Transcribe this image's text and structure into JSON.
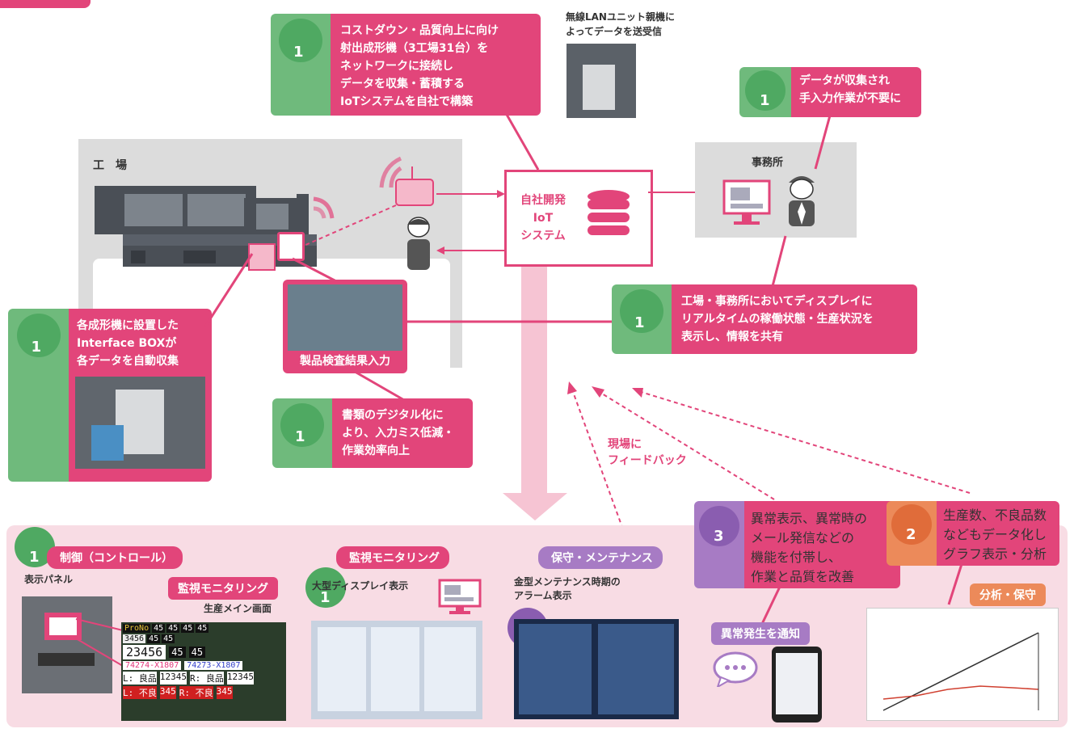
{
  "colors": {
    "pink": "#e2457a",
    "green": "#6fba7c",
    "purple": "#a77bc4",
    "orange": "#ec8a5a",
    "gray": "#dcdcdc",
    "lightpink": "#f8dce4"
  },
  "top_callout": {
    "text": "コストダウン・品質向上に向け\n射出成形機（3工場31台）を\nネットワークに接続し\nデータを収集・蓄積する\nIoTシステムを自社で構築",
    "level": "1"
  },
  "wireless": {
    "caption": "無線LANユニット親機に\nよってデータを送受信"
  },
  "office_callout": {
    "text": "データが収集され\n手入力作業が不要に",
    "level": "1"
  },
  "factory": {
    "label": "工　場"
  },
  "office": {
    "label": "事務所"
  },
  "system": {
    "label": "自社開発\nIoT\nシステム"
  },
  "share_callout": {
    "text": "工場・事務所においてディスプレイに\nリアルタイムの稼働状態・生産状況を\n表示し、情報を共有",
    "level": "1"
  },
  "interface_callout": {
    "text": "各成形機に設置した\nInterface BOXが\n各データを自動収集",
    "level": "1"
  },
  "inspection": {
    "caption": "製品検査結果入力"
  },
  "digital_callout": {
    "text": "書類のデジタル化に\nより、入力ミス低減・\n作業効率向上",
    "level": "1"
  },
  "feedback": {
    "text": "現場に\nフィードバック"
  },
  "abnormal_callout": {
    "text": "異常表示、異常時の\nメール発信などの\n機能を付帯し、\n作業と品質を改善",
    "level": "3"
  },
  "production_callout": {
    "text": "生産数、不良品数\nなどもデータ化し\nグラフ表示・分析",
    "level": "2"
  },
  "bottom": {
    "control": {
      "title": "制御（コントロール）",
      "sub": "表示パネル",
      "level": "1"
    },
    "monitor_main": {
      "title": "監視モニタリング",
      "sub": "生産メイン画面",
      "rows": [
        [
          "ProNo",
          "45",
          "45",
          "45",
          "45"
        ],
        [
          "3456",
          "",
          "45",
          "",
          "45"
        ]
      ],
      "big": "23456",
      "c1": "45",
      "c2": "45",
      "mold_left": "74274-X1807",
      "mold_right": "74273-X1807",
      "good_left_label": "L: 良品",
      "good_left": "12345",
      "good_right_label": "R: 良品",
      "good_right": "12345",
      "bad_left_label": "L: 不良",
      "bad_left": "345",
      "bad_right_label": "R: 不良",
      "bad_right": "345"
    },
    "monitor_large": {
      "title": "監視モニタリング",
      "sub": "大型ディスプレイ表示",
      "level": "1"
    },
    "maintenance": {
      "title": "保守・メンテナンス",
      "sub": "金型メンテナンス時期の\nアラーム表示",
      "level": "3"
    },
    "notify": {
      "title": "異常発生を通知"
    },
    "analysis": {
      "title": "分析・保守"
    }
  }
}
